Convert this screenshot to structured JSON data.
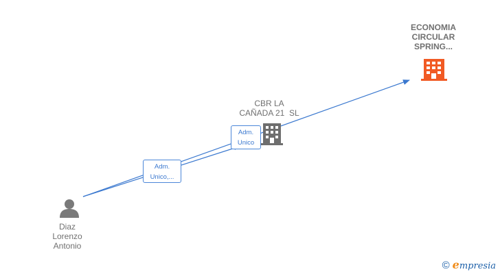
{
  "nodes": {
    "economia": {
      "line1": "ECONOMIA",
      "line2": "CIRCULAR",
      "line3": "SPRING..."
    },
    "cbr": {
      "line1": "CBR LA",
      "line2": "CAÑADA 21  SL"
    },
    "person": {
      "line1": "Diaz",
      "line2": "Lorenzo",
      "line3": "Antonio"
    }
  },
  "edges": {
    "edge1": {
      "line1": "Adm.",
      "line2": "Unico,..."
    },
    "edge2": {
      "line1": "Adm.",
      "line2": "Unico"
    }
  },
  "brand": {
    "copyright": "©",
    "e": "e",
    "rest": "mpresia"
  },
  "colors": {
    "edge": "#3a78cf",
    "company_highlight": "#f15a24",
    "company": "#6e6e6e",
    "person": "#7a7a7a"
  }
}
